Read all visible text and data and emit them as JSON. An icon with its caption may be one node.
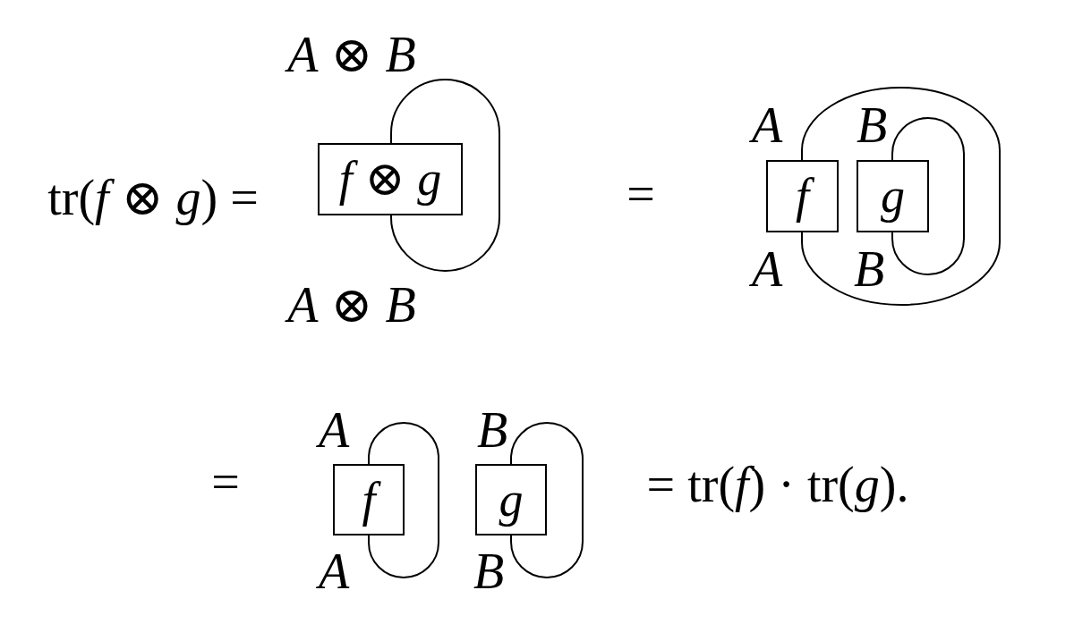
{
  "diagram": {
    "nodes": [
      {
        "text": [
          "*f* ⊗ *g*"
        ]
      },
      {
        "text": [
          "f"
        ]
      },
      {
        "text": [
          "g"
        ]
      },
      {
        "text": [
          "f"
        ]
      },
      {
        "text": [
          "g"
        ]
      }
    ],
    "edges": [
      {
        "from": 0,
        "to": 0,
        "arrow": "none"
      },
      {
        "from": 1,
        "to": 1,
        "arrow": "none"
      },
      {
        "from": 2,
        "to": 2,
        "arrow": "none"
      },
      {
        "from": 3,
        "to": 3,
        "arrow": "none"
      },
      {
        "from": 4,
        "to": 4,
        "arrow": "none"
      }
    ],
    "labels": [
      "*A* ⊗ *B*",
      "tr(*f* ⊗ *g*) =",
      "*A* ⊗ *B*",
      "=",
      "A",
      "B",
      "A",
      "B",
      "=",
      "A",
      "B",
      "A",
      "B",
      "= tr(*f*) · tr(*g*)."
    ]
  }
}
